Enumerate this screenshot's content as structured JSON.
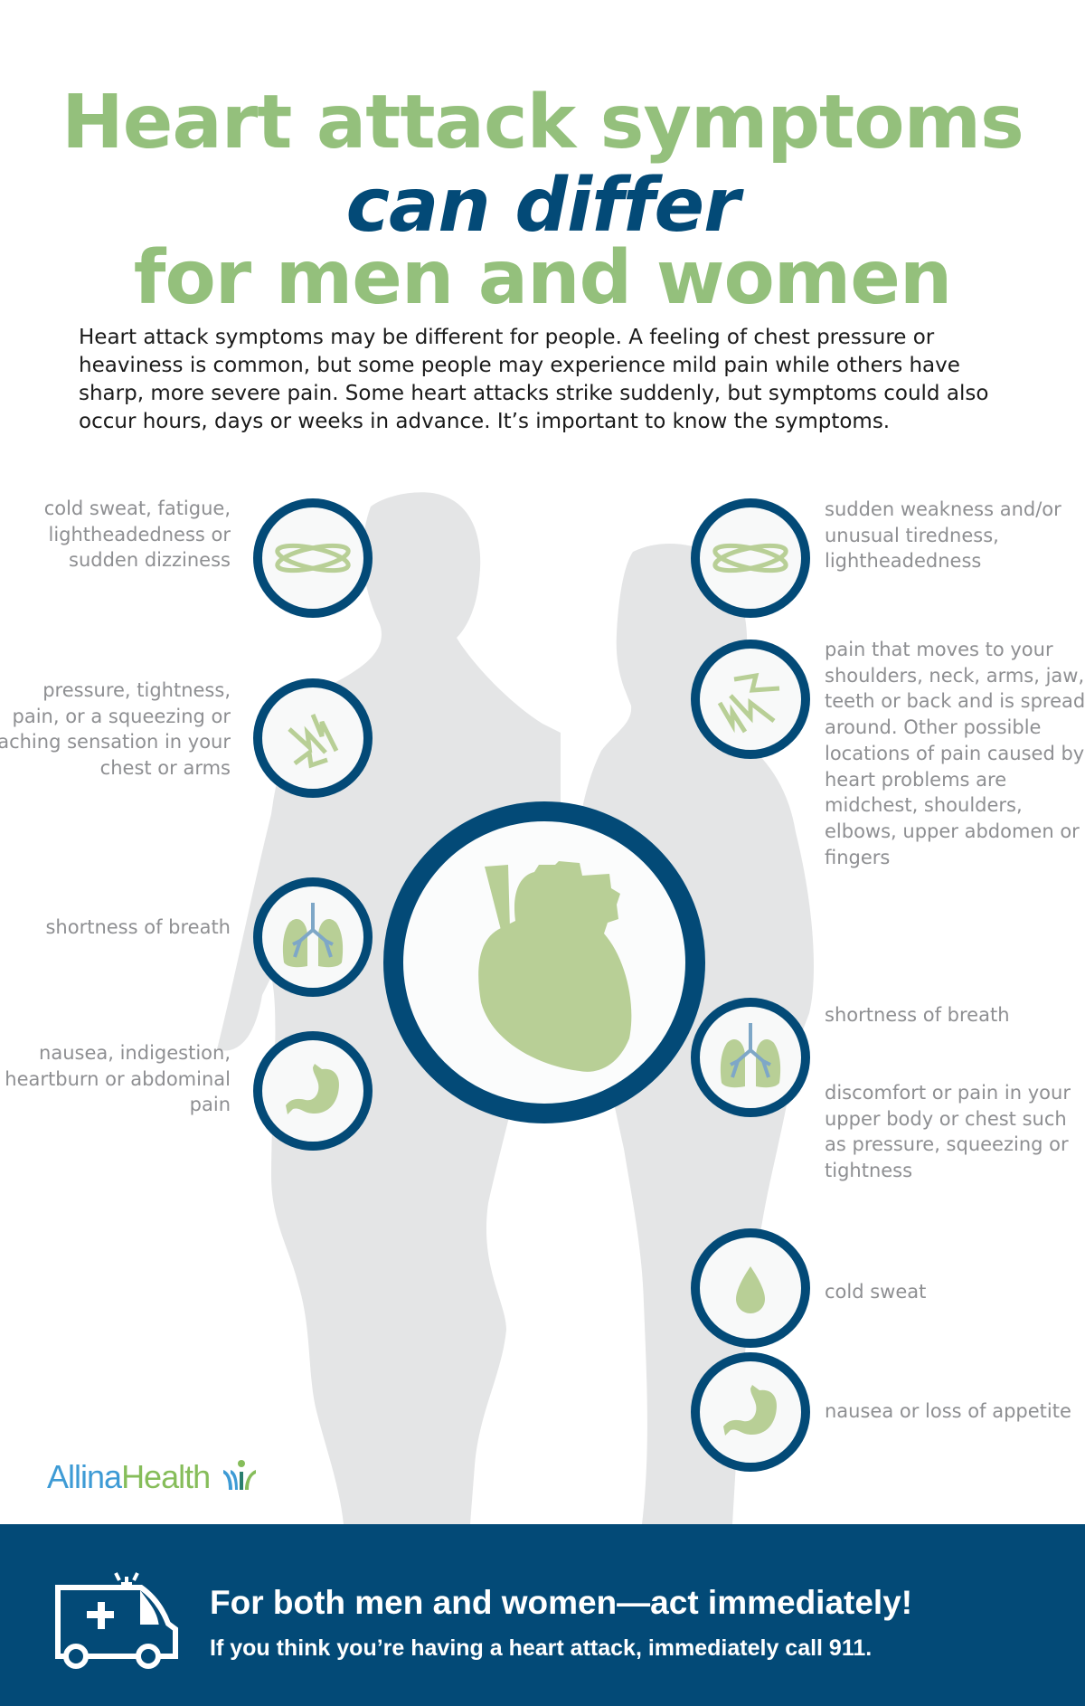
{
  "title": {
    "line1": "Heart attack symptoms",
    "line2": "can differ",
    "line3": "for men and women"
  },
  "intro": "Heart attack symptoms may be different for people. A feeling of chest pressure or heaviness is common, but some people may experience mild pain while others have sharp, more severe pain. Some heart attacks strike suddenly, but symptoms could also occur hours, days or weeks in advance. It’s important to know the symptoms.",
  "men_symptoms": [
    {
      "icon": "dizziness-icon",
      "text": "cold sweat, fatigue, lightheadedness or sudden dizziness"
    },
    {
      "icon": "pain-bolt-icon",
      "text": "pressure, tightness, pain, or a squeezing or aching sensation in your chest or arms"
    },
    {
      "icon": "lungs-icon",
      "text": "shortness of breath"
    },
    {
      "icon": "stomach-icon",
      "text": "nausea, indigestion, heartburn or abdominal pain"
    }
  ],
  "women_symptoms": [
    {
      "icon": "dizziness-icon",
      "text": "sudden weakness and/or unusual tiredness, lightheadedness"
    },
    {
      "icon": "pain-bolt-icon",
      "text": "pain that moves to your shoulders, neck, arms, jaw, teeth or back and is spread around. Other possible locations of pain caused by heart problems are midchest, shoulders, elbows, upper abdomen or fingers"
    },
    {
      "icon": "lungs-icon",
      "text": "shortness of breath"
    },
    {
      "icon": "lungs-icon",
      "text": "discomfort or pain in your upper body or chest such as pressure, squeezing or tightness"
    },
    {
      "icon": "drop-icon",
      "text": "cold sweat"
    },
    {
      "icon": "stomach-icon",
      "text": "nausea or loss of appetite"
    }
  ],
  "logo": {
    "part1": "Allina",
    "part2": "Health"
  },
  "footer": {
    "headline": "For both men and women—act immediately!",
    "subline": "If you think you’re having a heart attack, immediately call 911."
  },
  "colors": {
    "green": "#94c07c",
    "icon_green": "#b8cf96",
    "navy": "#034a77",
    "gray_text": "#8e8f92",
    "silhouette": "#e4e5e6"
  }
}
